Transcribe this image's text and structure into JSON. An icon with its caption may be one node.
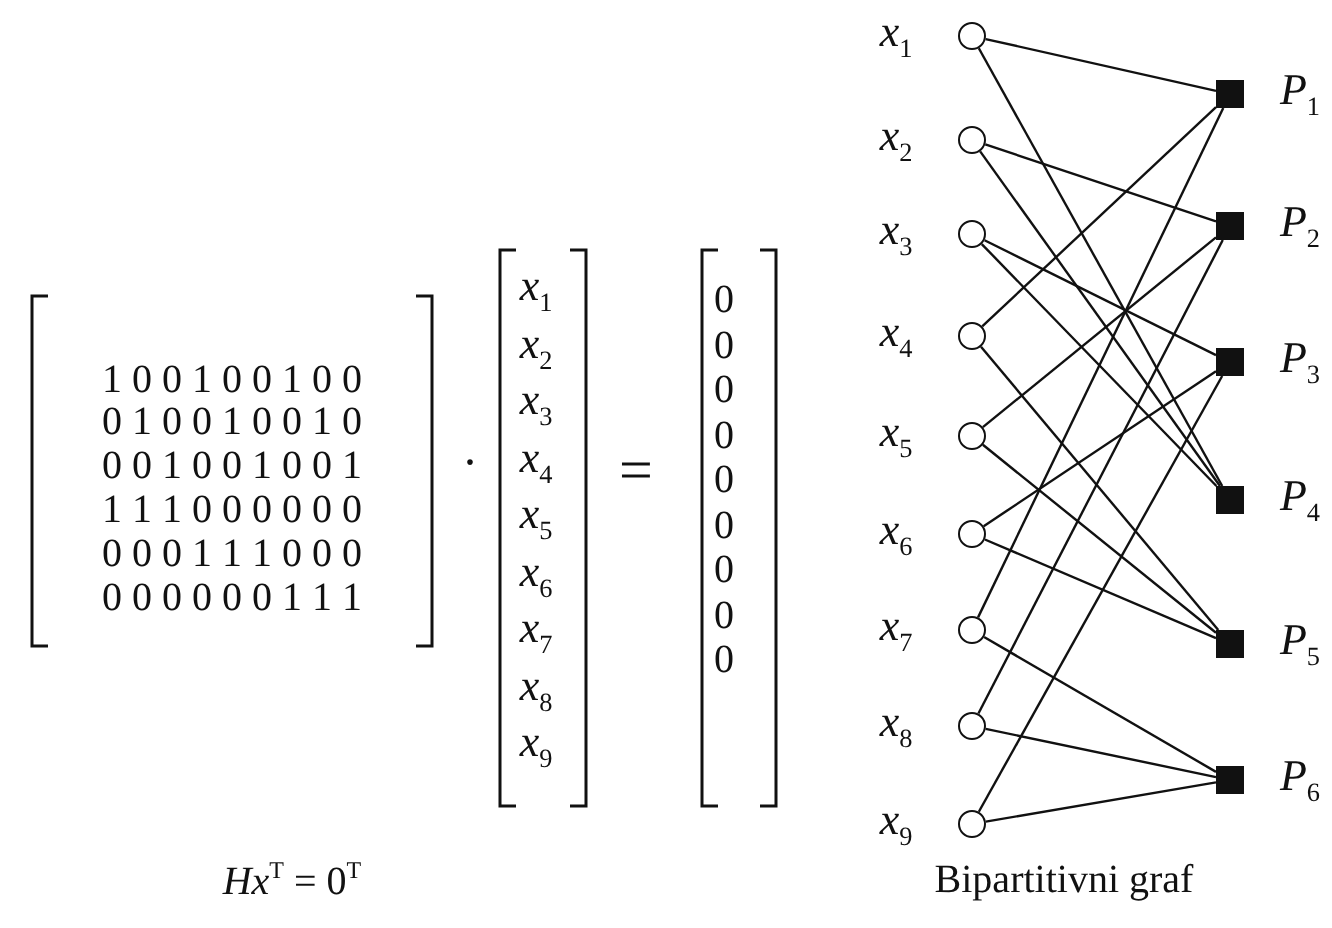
{
  "diagram": {
    "nodes": [
      {
        "text": [],
        "shape": "circle",
        "beside": [
          "*x*$_{1}$"
        ]
      },
      {
        "text": [],
        "shape": "circle",
        "beside": [
          "*x*$_{2}$"
        ]
      },
      {
        "text": [],
        "shape": "circle",
        "beside": [
          "*x*$_{3}$"
        ]
      },
      {
        "text": [],
        "shape": "circle",
        "beside": [
          "*x*$_{4}$"
        ]
      },
      {
        "text": [],
        "shape": "circle",
        "beside": [
          "*x*$_{5}$"
        ]
      },
      {
        "text": [],
        "shape": "circle",
        "beside": [
          "*x*$_{6}$"
        ]
      },
      {
        "text": [],
        "shape": "circle",
        "beside": [
          "*x*$_{7}$"
        ]
      },
      {
        "text": [],
        "shape": "circle",
        "beside": [
          "*x*$_{8}$"
        ]
      },
      {
        "text": [],
        "shape": "circle",
        "beside": [
          "*x*$_{9}$"
        ]
      },
      {
        "text": [],
        "shape": "box",
        "beside": [
          "*P*$_{1}$"
        ]
      },
      {
        "text": [],
        "shape": "box",
        "beside": [
          "*P*$_{2}$"
        ]
      },
      {
        "text": [],
        "shape": "box",
        "beside": [
          "*P*$_{3}$"
        ]
      },
      {
        "text": [],
        "shape": "box",
        "beside": [
          "*P*$_{4}$"
        ]
      },
      {
        "text": [],
        "shape": "box",
        "beside": [
          "*P*$_{5}$"
        ]
      },
      {
        "text": [],
        "shape": "box",
        "beside": [
          "*P*$_{6}$"
        ]
      }
    ],
    "edges": [
      {
        "from": 0,
        "to": 9,
        "arrow": "none"
      },
      {
        "from": 0,
        "to": 12,
        "arrow": "none"
      },
      {
        "from": 1,
        "to": 10,
        "arrow": "none"
      },
      {
        "from": 1,
        "to": 12,
        "arrow": "none"
      },
      {
        "from": 2,
        "to": 11,
        "arrow": "none"
      },
      {
        "from": 2,
        "to": 12,
        "arrow": "none"
      },
      {
        "from": 3,
        "to": 9,
        "arrow": "none"
      },
      {
        "from": 3,
        "to": 13,
        "arrow": "none"
      },
      {
        "from": 4,
        "to": 10,
        "arrow": "none"
      },
      {
        "from": 4,
        "to": 13,
        "arrow": "none"
      },
      {
        "from": 5,
        "to": 11,
        "arrow": "none"
      },
      {
        "from": 5,
        "to": 13,
        "arrow": "none"
      },
      {
        "from": 6,
        "to": 9,
        "arrow": "none"
      },
      {
        "from": 6,
        "to": 14,
        "arrow": "none"
      },
      {
        "from": 7,
        "to": 10,
        "arrow": "none"
      },
      {
        "from": 7,
        "to": 14,
        "arrow": "none"
      },
      {
        "from": 8,
        "to": 11,
        "arrow": "none"
      },
      {
        "from": 8,
        "to": 14,
        "arrow": "none"
      }
    ],
    "labels": [
      "1 0 0 1 0 0 1 0 0",
      "0 1 0 0 1 0 0 1 0",
      "0 0 1 0 0 1 0 0 1",
      "1 1 1 0 0 0 0 0 0",
      "0 0 0 1 1 1 0 0 0",
      "0 0 0 0 0 0 1 1 1",
      "·",
      "*x*$_{1}$",
      "*x*$_{2}$",
      "*x*$_{3}$",
      "*x*$_{4}$",
      "*x*$_{5}$",
      "*x*$_{6}$",
      "*x*$_{7}$",
      "*x*$_{8}$",
      "*x*$_{9}$",
      "=",
      "0",
      "0",
      "0",
      "0",
      "0",
      "0",
      "0",
      "0",
      "0",
      "*Hx*$^{T}$ = 0$^{T}$",
      "Bipartitivni graf"
    ]
  }
}
